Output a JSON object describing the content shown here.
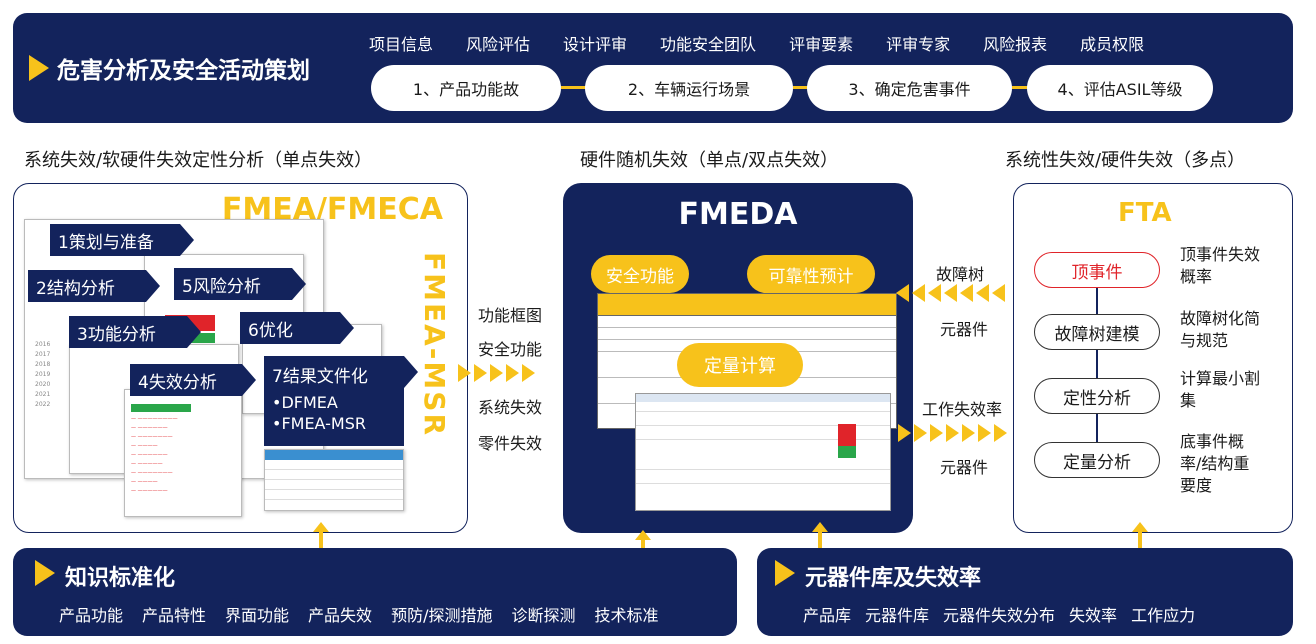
{
  "header": {
    "title": "危害分析及安全活动策划",
    "tabs": [
      "项目信息",
      "风险评估",
      "设计评审",
      "功能安全团队",
      "评审要素",
      "评审专家",
      "风险报表",
      "成员权限"
    ],
    "steps": [
      "1、产品功能故",
      "2、车辆运行场景",
      "3、确定危害事件",
      "4、评估ASIL等级"
    ]
  },
  "sections": {
    "left_caption": "系统失效/软硬件失效定性分析（单点失效）",
    "mid_caption": "硬件随机失效（单点/双点失效）",
    "right_caption": "系统性失效/硬件失效（多点）"
  },
  "fmea": {
    "title": "FMEA/FMECA",
    "vertical": "FMEA-MSR",
    "steps": [
      "1策划与准备",
      "2结构分析",
      "5风险分析",
      "3功能分析",
      "6优化",
      "4失效分析",
      "7结果文件化"
    ],
    "outputs": [
      "•DFMEA",
      "•FMEA-MSR"
    ]
  },
  "mid_labels": [
    "功能框图",
    "安全功能",
    "系统失效",
    "零件失效"
  ],
  "fmeda": {
    "title": "FMEDA",
    "badges": [
      "安全功能",
      "可靠性预计",
      "定量计算"
    ]
  },
  "right_links": {
    "top": [
      "故障树",
      "元器件"
    ],
    "bottom": [
      "工作失效率",
      "元器件"
    ]
  },
  "fta": {
    "title": "FTA",
    "nodes": [
      "顶事件",
      "故障树建模",
      "定性分析",
      "定量分析"
    ],
    "notes": [
      "顶事件失效概率",
      "故障树化简与规范",
      "计算最小割集",
      "底事件概率/结构重要度"
    ]
  },
  "knowledge": {
    "title": "知识标准化",
    "items": [
      "产品功能",
      "产品特性",
      "界面功能",
      "产品失效",
      "预防/探测措施",
      "诊断探测",
      "技术标准"
    ]
  },
  "components": {
    "title": "元器件库及失效率",
    "items": [
      "产品库",
      "元器件库",
      "元器件失效分布",
      "失效率",
      "工作应力"
    ]
  },
  "colors": {
    "navy": "#13235c",
    "yellow": "#f7c21b",
    "red": "#e0242a"
  }
}
